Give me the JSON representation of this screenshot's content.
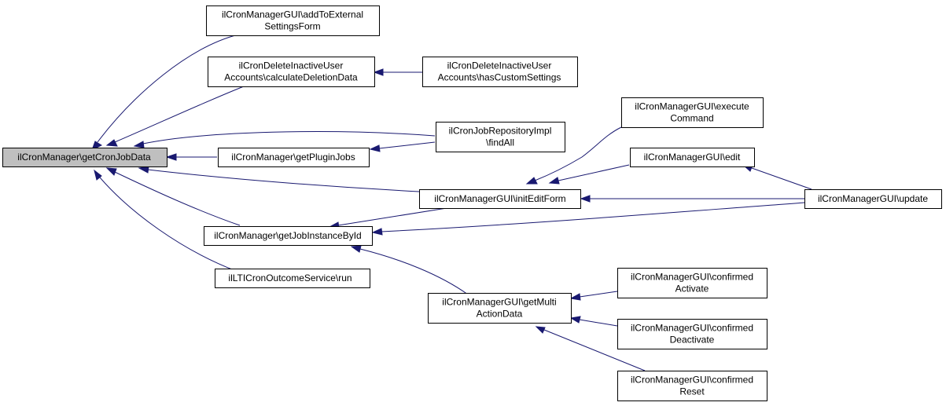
{
  "colors": {
    "edge": "#191970",
    "root_fill": "#bfbfbf",
    "node_fill": "#ffffff",
    "border": "#000000"
  },
  "nodes": {
    "root": [
      "ilCronManager\\getCronJobData"
    ],
    "addToExternal": [
      "ilCronManagerGUI\\addToExternal",
      "SettingsForm"
    ],
    "calcDeletion": [
      "ilCronDeleteInactiveUser",
      "Accounts\\calculateDeletionData"
    ],
    "hasCustom": [
      "ilCronDeleteInactiveUser",
      "Accounts\\hasCustomSettings"
    ],
    "findAll": [
      "ilCronJobRepositoryImpl",
      "\\findAll"
    ],
    "getPluginJobs": [
      "ilCronManager\\getPluginJobs"
    ],
    "executeCommand": [
      "ilCronManagerGUI\\execute",
      "Command"
    ],
    "edit": [
      "ilCronManagerGUI\\edit"
    ],
    "initEditForm": [
      "ilCronManagerGUI\\initEditForm"
    ],
    "update": [
      "ilCronManagerGUI\\update"
    ],
    "getJobInstance": [
      "ilCronManager\\getJobInstanceById"
    ],
    "ltiRun": [
      "ilLTICronOutcomeService\\run"
    ],
    "getMultiAction": [
      "ilCronManagerGUI\\getMulti",
      "ActionData"
    ],
    "confActivate": [
      "ilCronManagerGUI\\confirmed",
      "Activate"
    ],
    "confDeactivate": [
      "ilCronManagerGUI\\confirmed",
      "Deactivate"
    ],
    "confReset": [
      "ilCronManagerGUI\\confirmed",
      "Reset"
    ]
  }
}
